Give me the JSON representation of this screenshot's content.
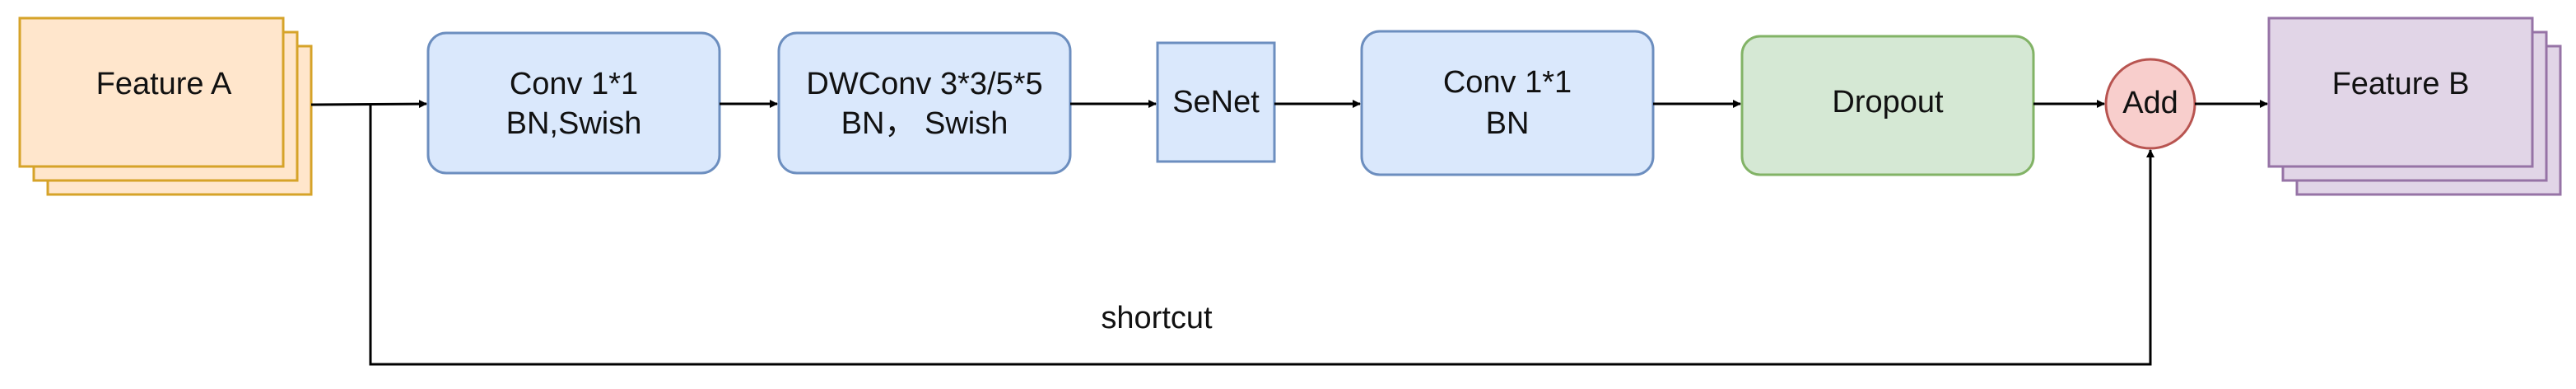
{
  "nodes": {
    "feature_a": {
      "label": "Feature A",
      "fill": "#FFE6CC",
      "stroke": "#D6A329"
    },
    "conv1": {
      "line1": "Conv 1*1",
      "line2": "BN,Swish",
      "fill": "#DAE8FC",
      "stroke": "#6C8EBF"
    },
    "dwconv": {
      "line1": "DWConv 3*3/5*5",
      "line2": "BN， Swish",
      "fill": "#DAE8FC",
      "stroke": "#6C8EBF"
    },
    "senet": {
      "label": "SeNet",
      "fill": "#DAE8FC",
      "stroke": "#6C8EBF"
    },
    "conv2": {
      "line1": "Conv 1*1",
      "line2": "BN",
      "fill": "#DAE8FC",
      "stroke": "#6C8EBF"
    },
    "dropout": {
      "label": "Dropout",
      "fill": "#D5E8D4",
      "stroke": "#82B366"
    },
    "add": {
      "label": "Add",
      "fill": "#F8CECC",
      "stroke": "#B85450"
    },
    "feature_b": {
      "label": "Feature B",
      "fill": "#E1D5E7",
      "stroke": "#9673A6"
    }
  },
  "edges": {
    "shortcut_label": "shortcut",
    "color": "#000000"
  }
}
